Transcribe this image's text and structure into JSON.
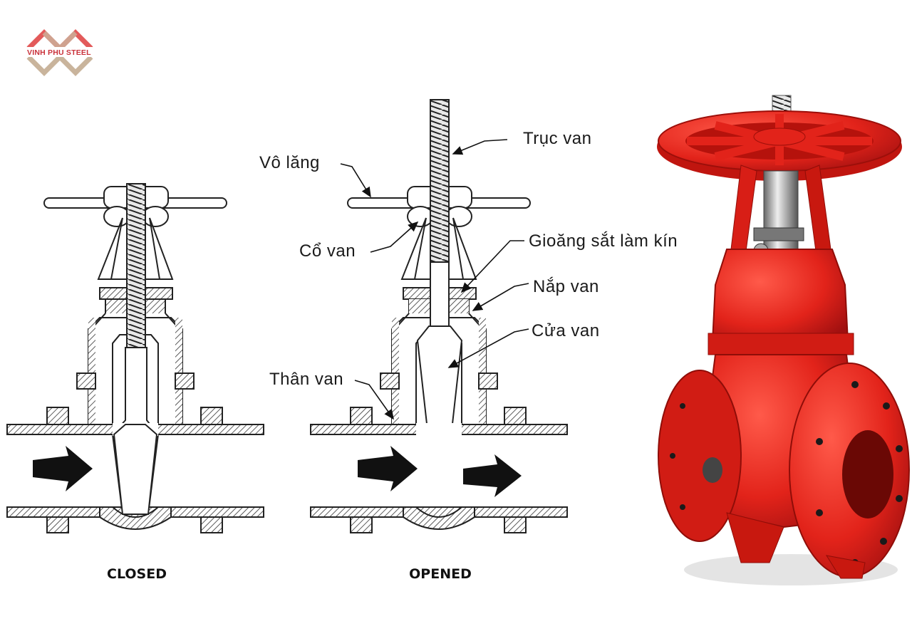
{
  "brand": {
    "name": "VINH PHU STEEL",
    "colors": {
      "red": "#e35a5a",
      "tan": "#c9b49c"
    }
  },
  "diagrams": {
    "closed_caption": "CLOSED",
    "opened_caption": "OPENED"
  },
  "labels": {
    "vo_lang": "Vô lăng",
    "truc_van": "Trục van",
    "co_van": "Cổ van",
    "gioang": "Gioăng sắt làm kín",
    "nap_van": "Nắp van",
    "cua_van": "Cửa van",
    "than_van": "Thân van"
  },
  "colors": {
    "valve_red": "#e2231a",
    "line": "#222222",
    "arrow": "#111111"
  }
}
